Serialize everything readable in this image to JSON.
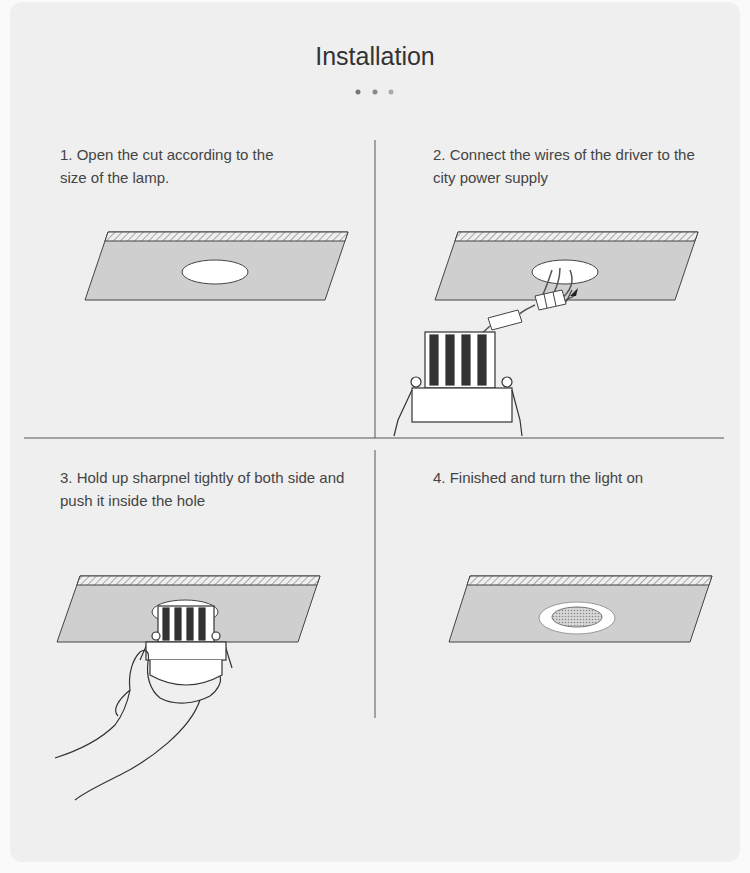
{
  "diagram": {
    "title": "Installation",
    "labels": [
      "1. Open the cut according to the size of the lamp.",
      "2. Connect the wires of the driver to the city power supply",
      "3. Hold up sharpnel tightly of both side and push it inside the hole",
      "4. Finished and turn the light on"
    ]
  }
}
